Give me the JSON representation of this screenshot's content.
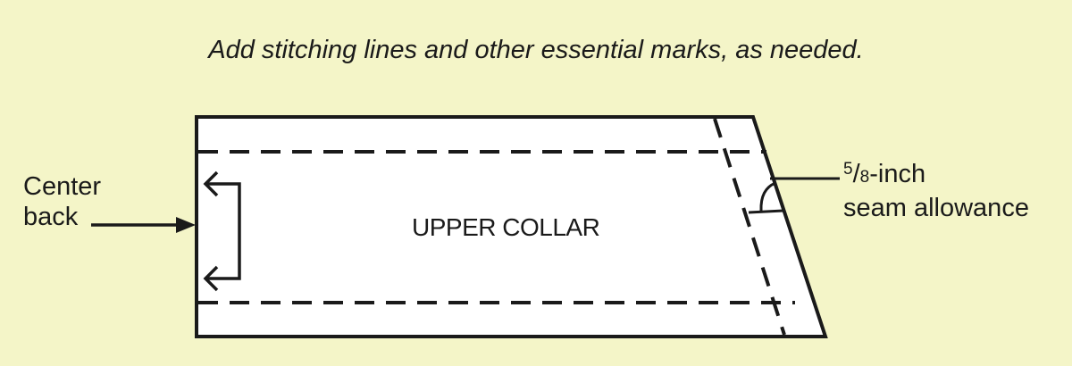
{
  "caption": "Add stitching lines and other essential marks, as needed.",
  "piece": {
    "name": "UPPER COLLAR"
  },
  "labels": {
    "center_back_line1": "Center",
    "center_back_line2": "back",
    "seam_numerator": "5",
    "seam_separator": "/",
    "seam_denominator": "8",
    "seam_unit": "-inch",
    "seam_line2": "seam allowance"
  },
  "colors": {
    "background": "#f4f5c8",
    "piece_fill": "#ffffff",
    "ink": "#1a1a1a"
  }
}
